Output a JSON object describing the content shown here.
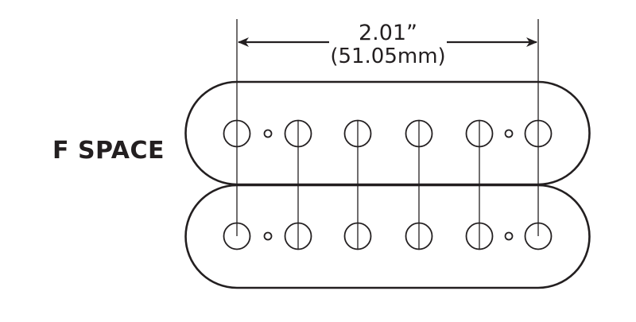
{
  "diagram": {
    "title": "F SPACE",
    "dimension": {
      "inches": "2.01”",
      "millimeters": "(51.05mm)"
    },
    "pickup": {
      "type": "humbucker",
      "coils": 2,
      "poles_per_coil": 6,
      "screws_per_coil": 2
    },
    "colors": {
      "line": "#231f20",
      "background": "#ffffff"
    }
  }
}
